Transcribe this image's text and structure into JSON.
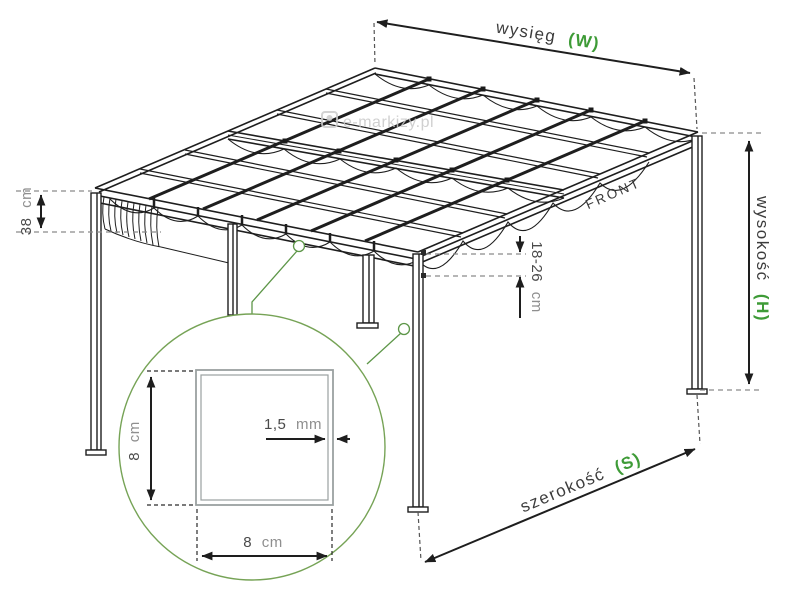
{
  "diagram": {
    "type": "pergola-technical-drawing",
    "front_label": "FRONT",
    "watermark": "e-markizy.pl",
    "colors": {
      "accent_green": "#3e9b37",
      "detail_green": "#76a356",
      "leader_green": "#5d9648",
      "line_dark": "#1e1e1e",
      "dash_gray": "#8a8a8a",
      "profile_gray": "#9aa0a0"
    },
    "dimensions": {
      "overhang": {
        "label": "wysięg",
        "symbol": "(W)"
      },
      "height": {
        "label": "wysokość",
        "symbol": "(H)"
      },
      "width": {
        "label": "szerokość",
        "symbol": "(S)"
      },
      "rear_drop": {
        "value": "38",
        "unit": "cm"
      },
      "front_drop": {
        "value": "18-26",
        "unit": "cm"
      }
    },
    "detail": {
      "profile_height": {
        "value": "8",
        "unit": "cm"
      },
      "profile_width": {
        "value": "8",
        "unit": "cm"
      },
      "wall_thickness": {
        "value": "1,5",
        "unit": "mm"
      }
    }
  }
}
